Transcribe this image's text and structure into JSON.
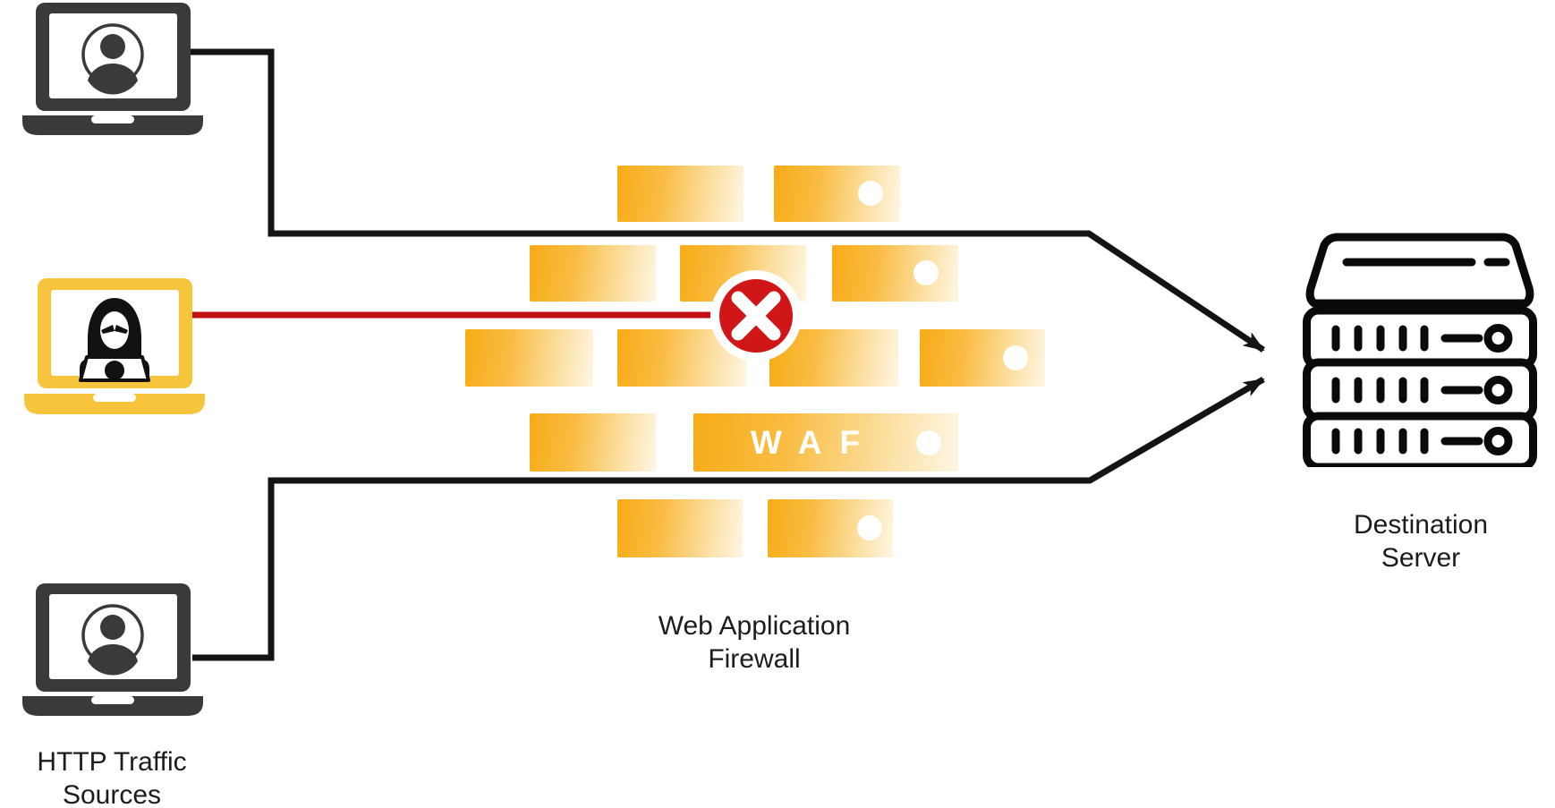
{
  "labels": {
    "sources": {
      "lines": [
        "HTTP Traffic",
        "Sources"
      ]
    },
    "waf": {
      "lines": [
        "Web Application",
        "Firewall"
      ]
    },
    "destination": {
      "lines": [
        "Destination",
        "Server"
      ]
    }
  },
  "waf_brick_label": "WAF",
  "icons": {
    "top_source": "laptop-user-icon",
    "middle_source": "laptop-hacker-icon",
    "bottom_source": "laptop-user-icon",
    "firewall": "brick-wall",
    "blocked": "blocked-x-icon",
    "destination": "server-rack-icon"
  },
  "colors": {
    "brick_gradient_start": "#F7AB16",
    "brick_gradient_end": "#FEF6E4",
    "attacker_laptop_yellow": "#F7C53C",
    "blocked_red": "#D01616",
    "attack_line_red": "#C41111",
    "connector_black": "#141414",
    "device_gray": "#3A3A3A",
    "text": "#1C1C1C"
  },
  "flows": [
    {
      "from": "top user laptop",
      "to": "destination server",
      "status": "allowed"
    },
    {
      "from": "hacker laptop",
      "to": "web application firewall",
      "status": "blocked"
    },
    {
      "from": "bottom user laptop",
      "to": "destination server",
      "status": "allowed"
    }
  ]
}
